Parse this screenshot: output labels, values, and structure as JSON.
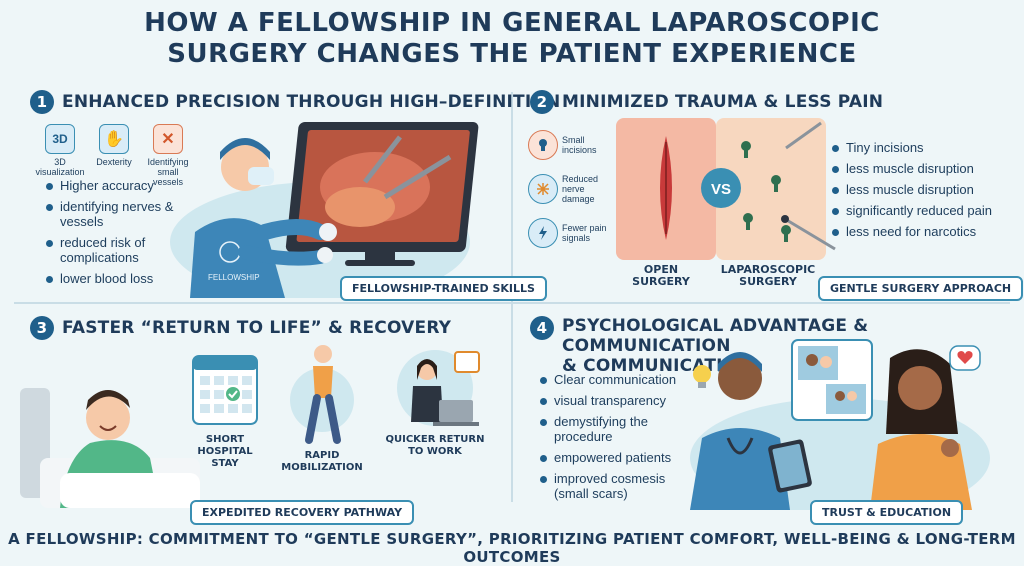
{
  "title": {
    "line1": "HOW A FELLOWSHIP IN GENERAL LAPAROSCOPIC",
    "line2": "SURGERY CHANGES THE PATIENT EXPERIENCE"
  },
  "section1": {
    "number": "1",
    "heading": "ENHANCED PRECISION THROUGH HIGH–DEFINITION",
    "icons": [
      {
        "label": "3D visualization",
        "glyph": "3D"
      },
      {
        "label": "Dexterity",
        "glyph": "✋"
      },
      {
        "label": "Identifying small vessels",
        "glyph": "✕"
      }
    ],
    "bullets": [
      "Higher accuracy",
      "identifying nerves & vessels",
      "reduced risk of complications",
      "lower blood loss"
    ],
    "gown_text": "FELLOWSHIP",
    "badge": "FELLOWSHIP-TRAINED SKILLS"
  },
  "section2": {
    "number": "2",
    "heading": "MINIMIZED TRAUMA & LESS PAIN",
    "side_items": [
      {
        "label": "Small incisions"
      },
      {
        "label": "Reduced nerve damage"
      },
      {
        "label": "Fewer pain signals"
      }
    ],
    "vs": "VS",
    "open_label": "OPEN SURGERY",
    "lap_label": "LAPAROSCOPIC SURGERY",
    "bullets": [
      "Tiny incisions",
      "less muscle disruption",
      "less muscle disruption",
      "significantly reduced pain",
      "less need for narcotics"
    ],
    "badge": "GENTLE SURGERY APPROACH"
  },
  "section3": {
    "number": "3",
    "heading": "FASTER “RETURN TO LIFE” & RECOVERY",
    "items": [
      {
        "label": "SHORT HOSPITAL STAY"
      },
      {
        "label": "RAPID MOBILIZATION"
      },
      {
        "label": "QUICKER RETURN TO WORK"
      }
    ],
    "badge": "EXPEDITED RECOVERY PATHWAY"
  },
  "section4": {
    "number": "4",
    "heading_line1": "PSYCHOLOGICAL ADVANTAGE & COMMUNICATION",
    "heading_line2": "& COMMUNICATION",
    "bullets": [
      "Clear communication",
      "visual transparency",
      "demystifying the procedure",
      "empowered patients",
      "improved cosmesis (small scars)"
    ],
    "badge": "TRUST & EDUCATION"
  },
  "footer": "A FELLOWSHIP: COMMITMENT TO “GENTLE SURGERY”, PRIORITIZING PATIENT COMFORT, WELL-BEING & LONG-TERM OUTCOMES",
  "colors": {
    "navy": "#1f3b5a",
    "accent": "#3a8fb3",
    "skin": "#f6c9a8",
    "scrubs": "#3d86b8",
    "green": "#52b788",
    "orange": "#f0a048"
  }
}
